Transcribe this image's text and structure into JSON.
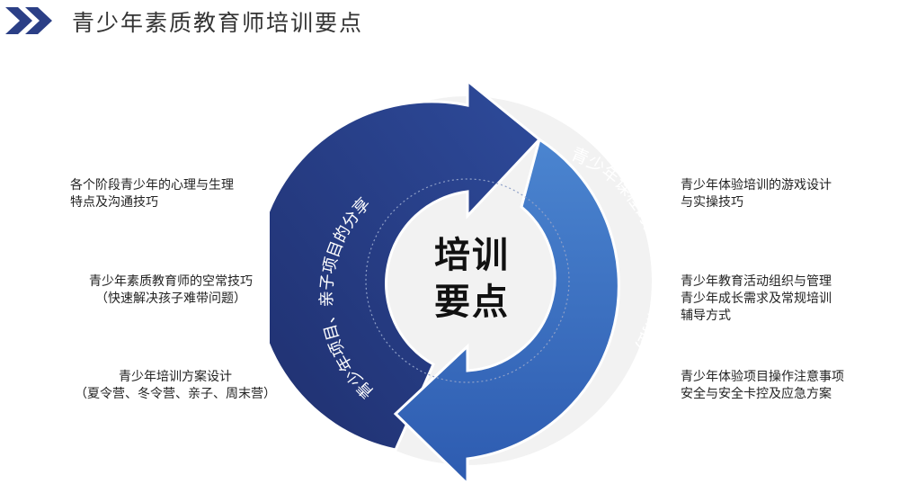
{
  "header": {
    "title": "青少年素质教育师培训要点"
  },
  "center": {
    "line1": "培训",
    "line2": "要点"
  },
  "arrows": {
    "left_text": "青少年项目、亲子项目的分享、实操",
    "right_text": "青少年课程的实际、营销和推广"
  },
  "left_items": [
    {
      "lines": [
        "各个阶段青少年的心理与生理",
        "特点及沟通技巧"
      ]
    },
    {
      "lines": [
        "青少年素质教育师的空常技巧",
        "（快速解决孩子难带问题）"
      ]
    },
    {
      "lines": [
        "青少年培训方案设计",
        "（夏令营、冬令营、亲子、周末营）"
      ]
    }
  ],
  "right_items": [
    {
      "lines": [
        "青少年体验培训的游戏设计",
        "与实操技巧"
      ]
    },
    {
      "lines": [
        "青少年教育活动组织与管理",
        "青少年成长需求及常规培训",
        "辅导方式"
      ]
    },
    {
      "lines": [
        "青少年体验项目操作注意事项",
        "安全与安全卡控及应急方案"
      ]
    }
  ],
  "colors": {
    "dark_blue": "#25387a",
    "mid_blue": "#2e4b9b",
    "light_blue": "#3c74c4",
    "title_gray": "#333333"
  },
  "icons": [
    "double-chevron-right-icon"
  ]
}
